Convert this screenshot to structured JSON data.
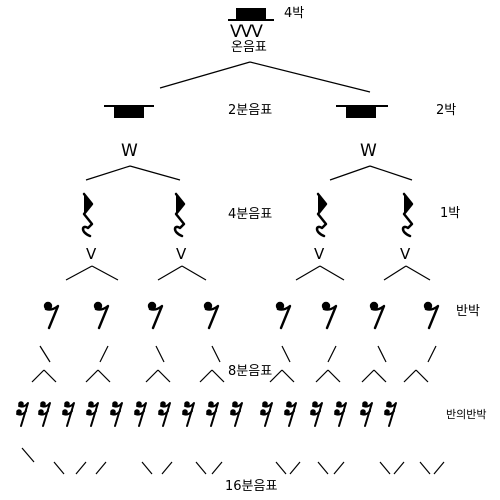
{
  "labels": {
    "whole_beats": "4박",
    "whole_name": "온음표",
    "half_name": "2분음표",
    "half_beats": "2박",
    "quarter_name": "4분음표",
    "quarter_beats": "1박",
    "eighth_beats": "반박",
    "eighth_name": "8분음표",
    "sixteenth_beats": "반의반박",
    "sixteenth_name": "16분음표"
  },
  "glyphs": {
    "split_w_big": "VVV",
    "split_w": "W",
    "split_v": "V"
  },
  "rest_counts": {
    "whole": 1,
    "half": 2,
    "quarter": 4,
    "eighth": 8,
    "sixteenth": 16
  },
  "colors": {
    "ink": "#000000",
    "background": "#ffffff"
  }
}
